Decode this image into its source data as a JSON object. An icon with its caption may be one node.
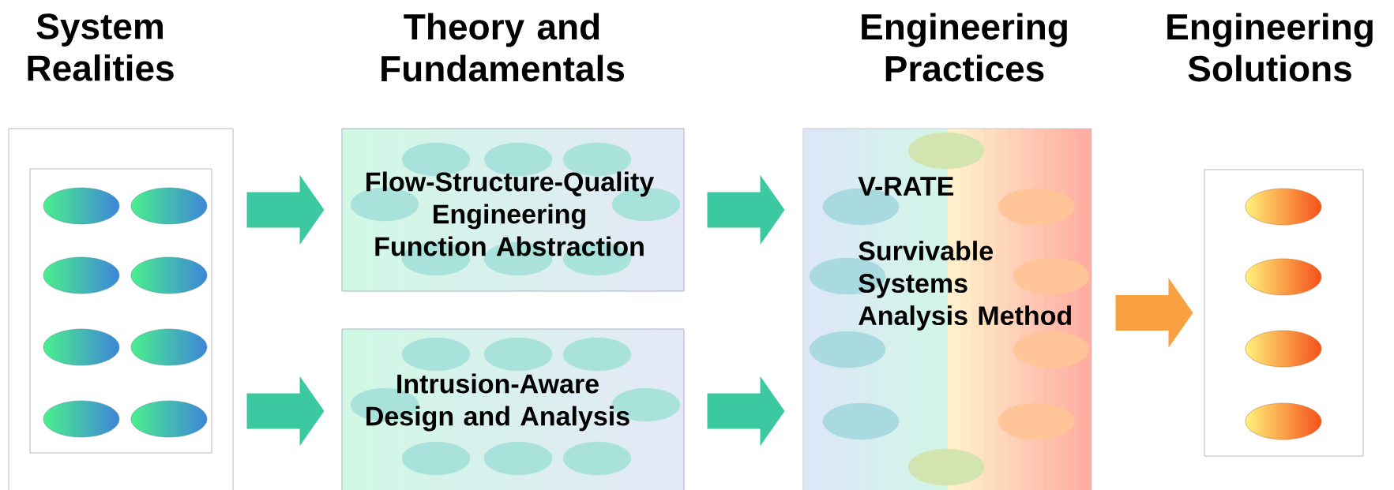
{
  "diagram": {
    "nodes": [
      {
        "text": [],
        "shape": "box"
      },
      {
        "text": [
          "Flow-Structure-Quality Engineering",
          "Function Abstraction"
        ]
      },
      {
        "text": [
          "Intrusion-Aware Design and Analysis"
        ]
      },
      {
        "text": [
          "V-RATE",
          "Survivable Systems Analysis Method"
        ]
      },
      {
        "text": [],
        "shape": "box"
      }
    ],
    "edges": [
      {
        "from": 0,
        "to": 1,
        "arrow": "to"
      },
      {
        "from": 0,
        "to": 2,
        "arrow": "to"
      },
      {
        "from": 1,
        "to": 3,
        "arrow": "to"
      },
      {
        "from": 2,
        "to": 3,
        "arrow": "to"
      },
      {
        "from": 3,
        "to": 4,
        "arrow": "to",
        "color": "#f9a040"
      }
    ],
    "labels": [
      "System Realities",
      "Theory and Fundamentals",
      "Engineering Practices",
      "Engineering Solutions"
    ]
  }
}
